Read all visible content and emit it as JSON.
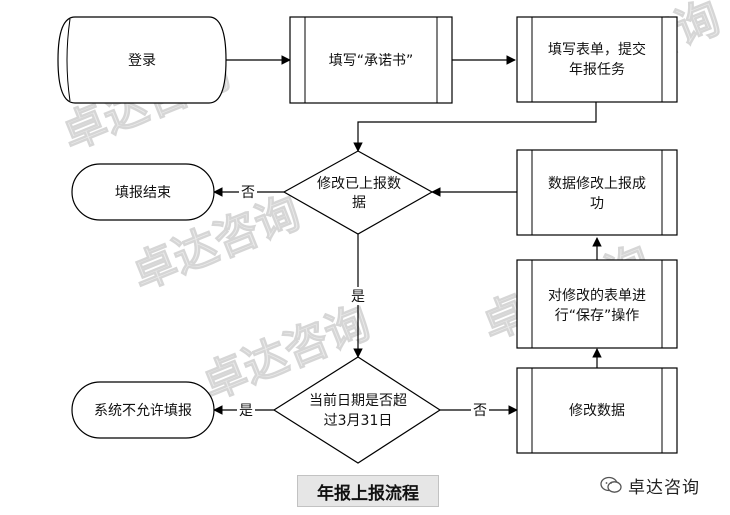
{
  "watermark": "卓达咨询",
  "nodes": {
    "login": "登录",
    "fill_pledge": "填写“承诺书”",
    "submit_form_line1": "填写表单，提交",
    "submit_form_line2": "年报任务",
    "modify_decision_line1": "修改已上报数",
    "modify_decision_line2": "据",
    "fill_end": "填报结束",
    "modify_success_line1": "数据修改上报成",
    "modify_success_line2": "功",
    "save_form_line1": "对修改的表单进",
    "save_form_line2": "行“保存”操作",
    "date_decision_line1": "当前日期是否超",
    "date_decision_line2": "过3月31日",
    "not_allowed": "系统不允许填报",
    "modify_data": "修改数据"
  },
  "edges": {
    "no_to_end": "否",
    "yes_down": "是",
    "yes_left": "是",
    "no_right": "否"
  },
  "caption": "年报上报流程",
  "brand": {
    "name": "卓达咨询"
  }
}
